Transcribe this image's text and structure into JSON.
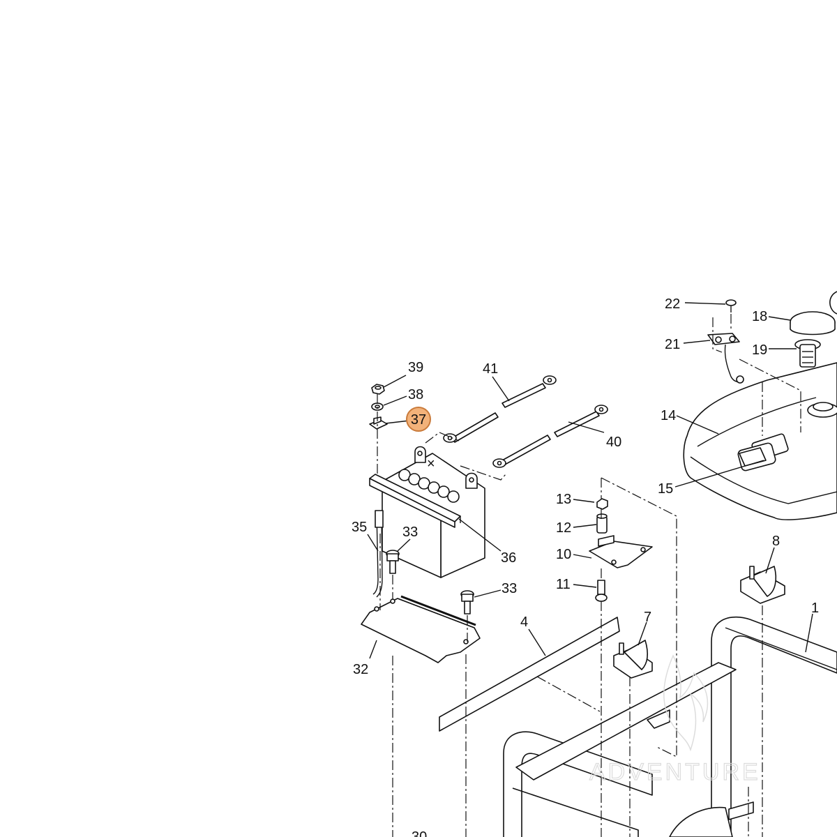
{
  "highlight": {
    "number": "37",
    "fill": "#f2b27a",
    "stroke": "#c97a3a"
  },
  "callouts": {
    "c1": "1",
    "c4": "4",
    "c7": "7",
    "c8": "8",
    "c10": "10",
    "c11": "11",
    "c12": "12",
    "c13": "13",
    "c14": "14",
    "c15": "15",
    "c18": "18",
    "c19": "19",
    "c21": "21",
    "c22": "22",
    "c30": "30",
    "c32": "32",
    "c33a": "33",
    "c33b": "33",
    "c35": "35",
    "c36": "36",
    "c38": "38",
    "c39": "39",
    "c40": "40",
    "c41": "41"
  },
  "watermark": {
    "text": "ADVENTURE",
    "color": "#d9d9d9"
  }
}
